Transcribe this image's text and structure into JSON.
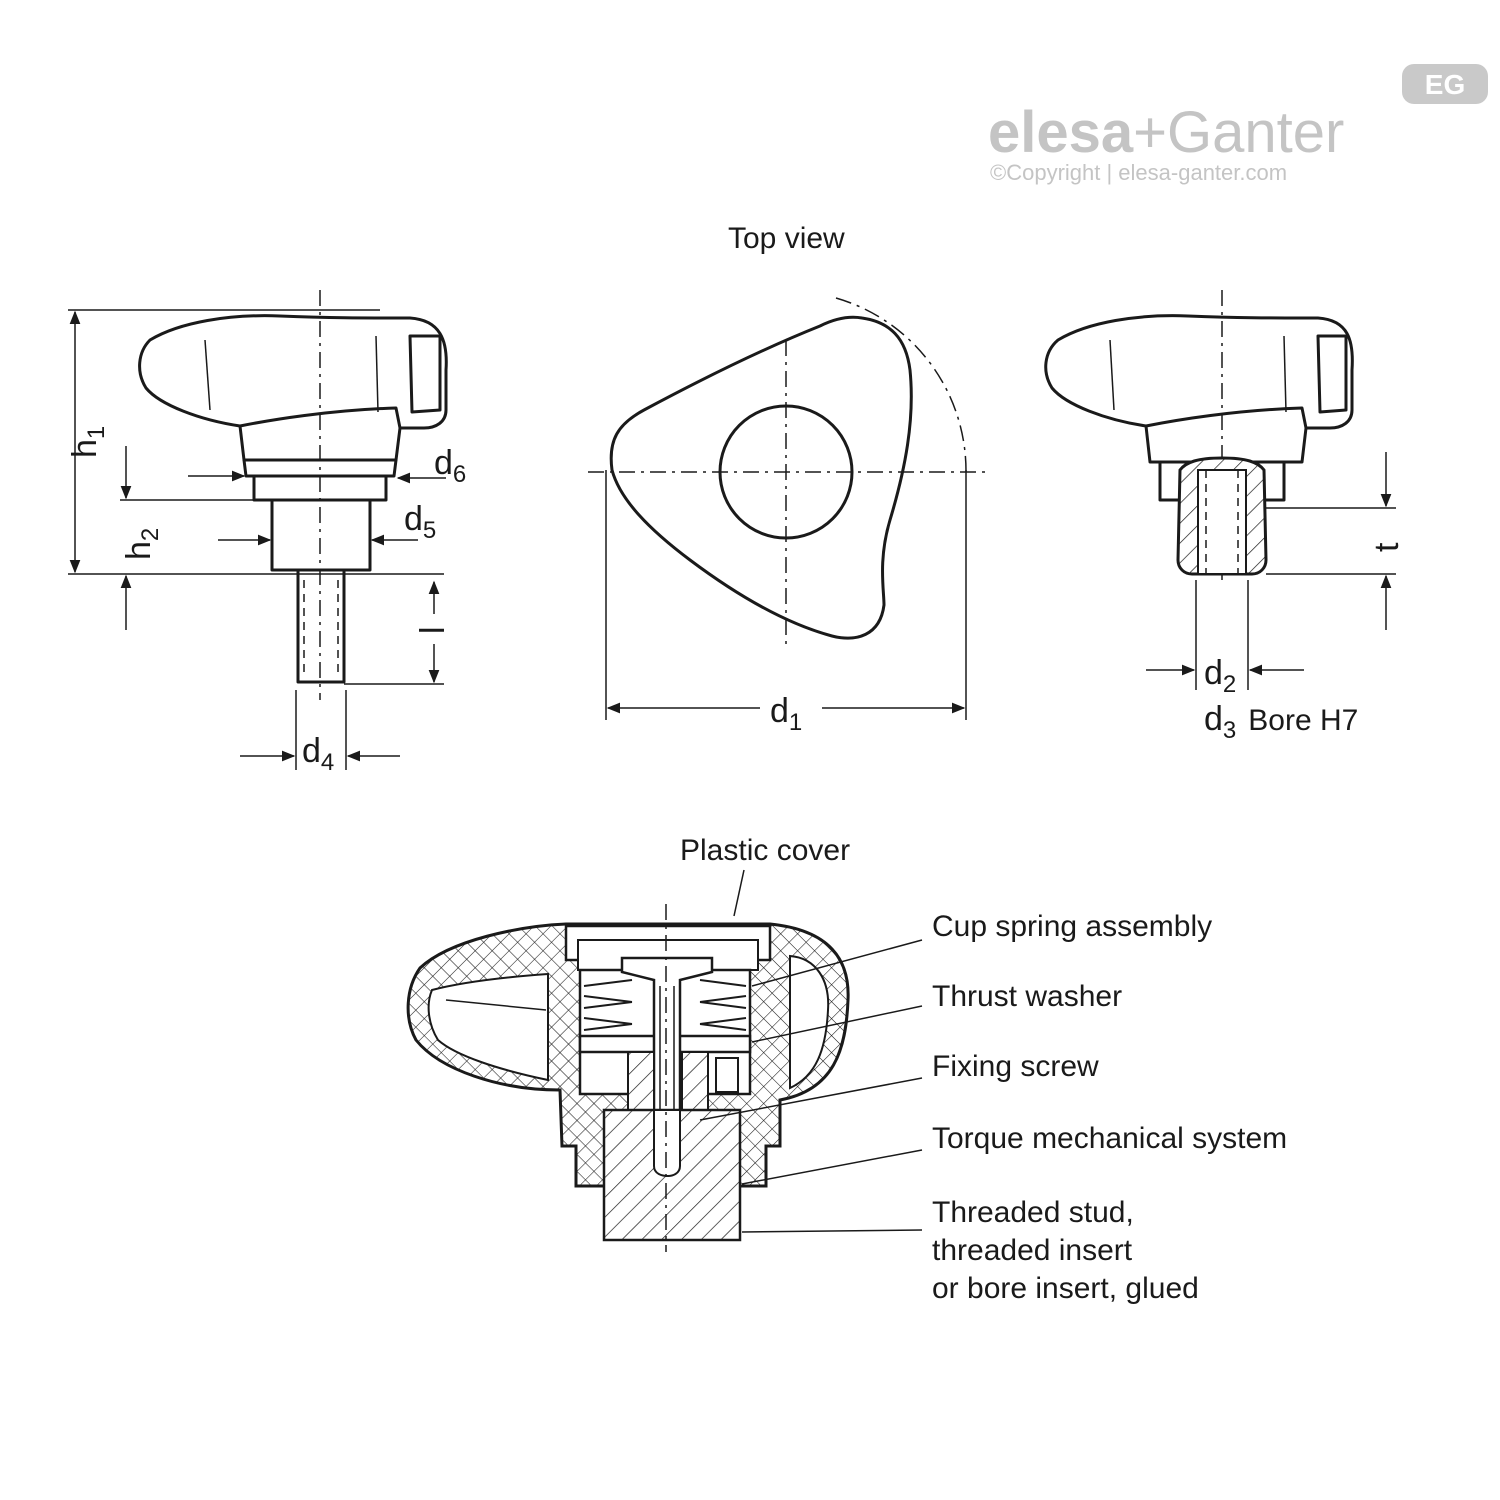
{
  "logo": {
    "badge": "EG",
    "brand_left": "elesa",
    "brand_plus": "+",
    "brand_right": "Ganter",
    "copyright": "©Copyright | elesa-ganter.com"
  },
  "labels": {
    "top_view": "Top view",
    "h1": "h",
    "h1_sub": "1",
    "h2": "h",
    "h2_sub": "2",
    "d6": "d",
    "d6_sub": "6",
    "d5": "d",
    "d5_sub": "5",
    "l": "l",
    "d4": "d",
    "d4_sub": "4",
    "d1": "d",
    "d1_sub": "1",
    "t": "t",
    "d2": "d",
    "d2_sub": "2",
    "d3": "d",
    "d3_sub": "3",
    "bore": "Bore H7"
  },
  "callouts": {
    "plastic_cover": "Plastic cover",
    "cup_spring": "Cup spring assembly",
    "thrust_washer": "Thrust washer",
    "fixing_screw": "Fixing screw",
    "torque_system": "Torque mechanical system",
    "stud_line1": "Threaded stud,",
    "stud_line2": "threaded insert",
    "stud_line3": "or bore insert, glued"
  }
}
